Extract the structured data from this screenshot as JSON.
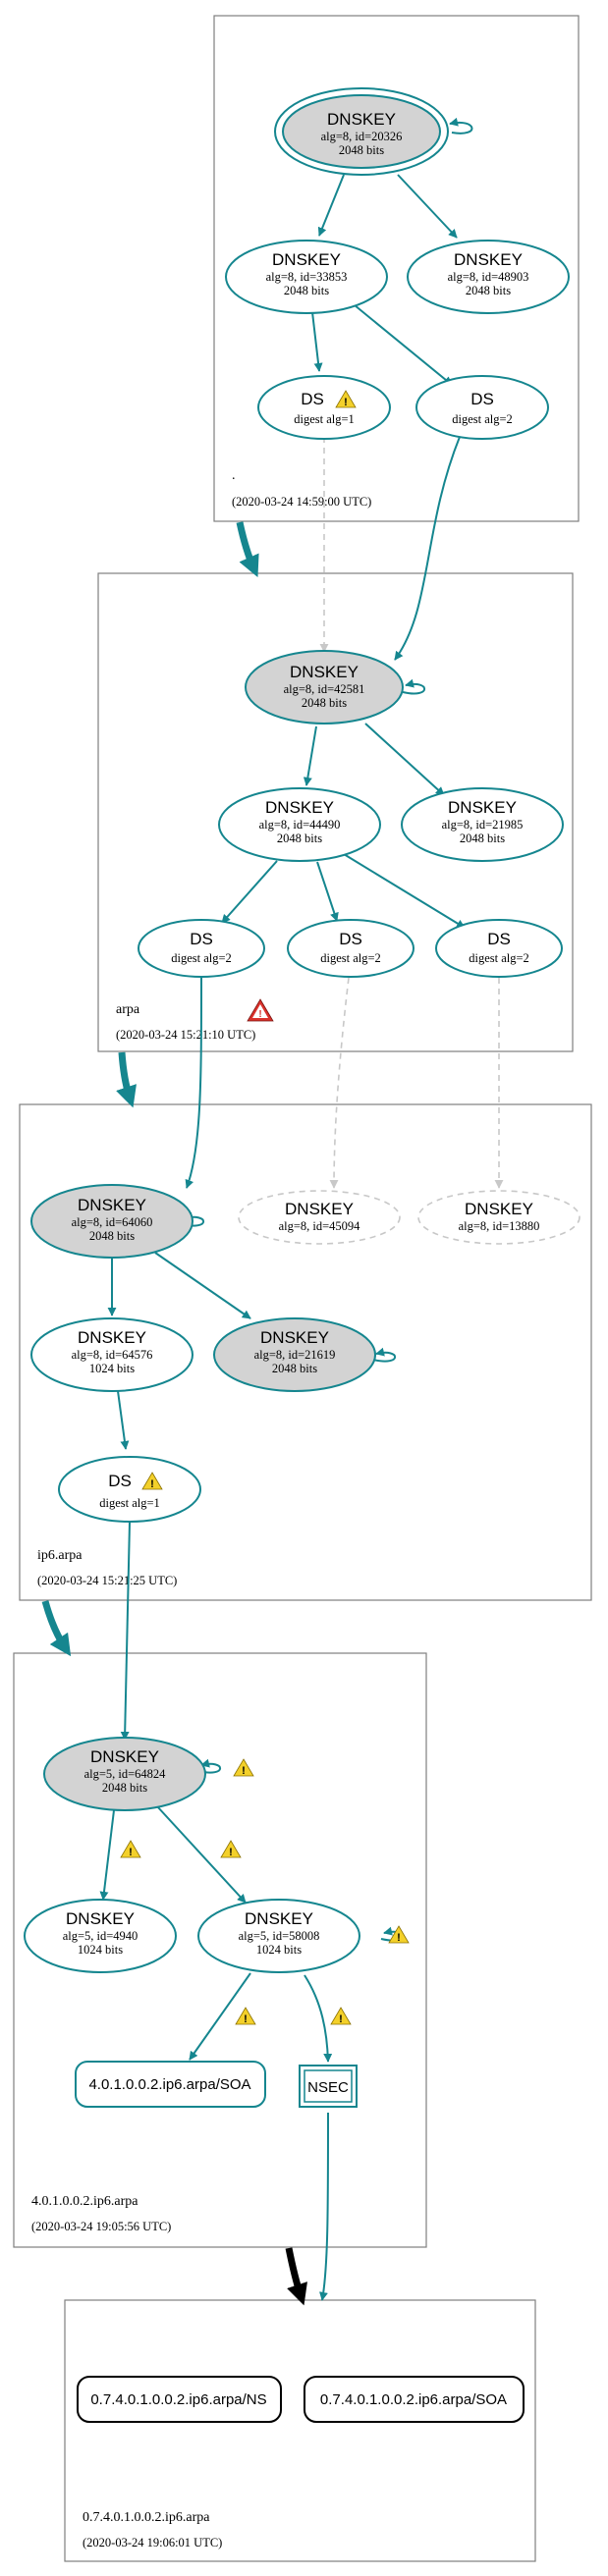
{
  "zones": {
    "root": {
      "name": ".",
      "time": "(2020-03-24 14:59:00 UTC)"
    },
    "arpa": {
      "name": "arpa",
      "time": "(2020-03-24 15:21:10 UTC)"
    },
    "ip6": {
      "name": "ip6.arpa",
      "time": "(2020-03-24 15:21:25 UTC)"
    },
    "z4010": {
      "name": "4.0.1.0.0.2.ip6.arpa",
      "time": "(2020-03-24 19:05:56 UTC)"
    },
    "z074": {
      "name": "0.7.4.0.1.0.0.2.ip6.arpa",
      "time": "(2020-03-24 19:06:01 UTC)"
    }
  },
  "nodes": {
    "root_ksk": {
      "title": "DNSKEY",
      "line1": "alg=8, id=20326",
      "line2": "2048 bits"
    },
    "root_zsk": {
      "title": "DNSKEY",
      "line1": "alg=8, id=33853",
      "line2": "2048 bits"
    },
    "root_k2": {
      "title": "DNSKEY",
      "line1": "alg=8, id=48903",
      "line2": "2048 bits"
    },
    "root_ds1": {
      "title": "DS",
      "line1": "digest alg=1"
    },
    "root_ds2": {
      "title": "DS",
      "line1": "digest alg=2"
    },
    "arpa_ksk": {
      "title": "DNSKEY",
      "line1": "alg=8, id=42581",
      "line2": "2048 bits"
    },
    "arpa_zsk": {
      "title": "DNSKEY",
      "line1": "alg=8, id=44490",
      "line2": "2048 bits"
    },
    "arpa_k2": {
      "title": "DNSKEY",
      "line1": "alg=8, id=21985",
      "line2": "2048 bits"
    },
    "arpa_ds_a": {
      "title": "DS",
      "line1": "digest alg=2"
    },
    "arpa_ds_b": {
      "title": "DS",
      "line1": "digest alg=2"
    },
    "arpa_ds_c": {
      "title": "DS",
      "line1": "digest alg=2"
    },
    "ip6_ksk": {
      "title": "DNSKEY",
      "line1": "alg=8, id=64060",
      "line2": "2048 bits"
    },
    "ip6_miss1": {
      "title": "DNSKEY",
      "line1": "alg=8, id=45094"
    },
    "ip6_miss2": {
      "title": "DNSKEY",
      "line1": "alg=8, id=13880"
    },
    "ip6_zsk": {
      "title": "DNSKEY",
      "line1": "alg=8, id=64576",
      "line2": "1024 bits"
    },
    "ip6_k2": {
      "title": "DNSKEY",
      "line1": "alg=8, id=21619",
      "line2": "2048 bits"
    },
    "ip6_ds": {
      "title": "DS",
      "line1": "digest alg=1"
    },
    "z_ksk": {
      "title": "DNSKEY",
      "line1": "alg=5, id=64824",
      "line2": "2048 bits"
    },
    "z_k2": {
      "title": "DNSKEY",
      "line1": "alg=5, id=4940",
      "line2": "1024 bits"
    },
    "z_zsk": {
      "title": "DNSKEY",
      "line1": "alg=5, id=58008",
      "line2": "1024 bits"
    },
    "z_soa": {
      "title": "4.0.1.0.0.2.ip6.arpa/SOA"
    },
    "z_nsec": {
      "title": "NSEC"
    },
    "c_ns": {
      "title": "0.7.4.0.1.0.0.2.ip6.arpa/NS"
    },
    "c_soa": {
      "title": "0.7.4.0.1.0.0.2.ip6.arpa/SOA"
    }
  },
  "colors": {
    "teal": "#15868f",
    "ksk_fill": "#d3d3d3",
    "dashed": "#c8c8c8",
    "zone_border": "#7f7f7f",
    "warning_fill": "#f3d02a",
    "error_fill": "#d9312b"
  }
}
